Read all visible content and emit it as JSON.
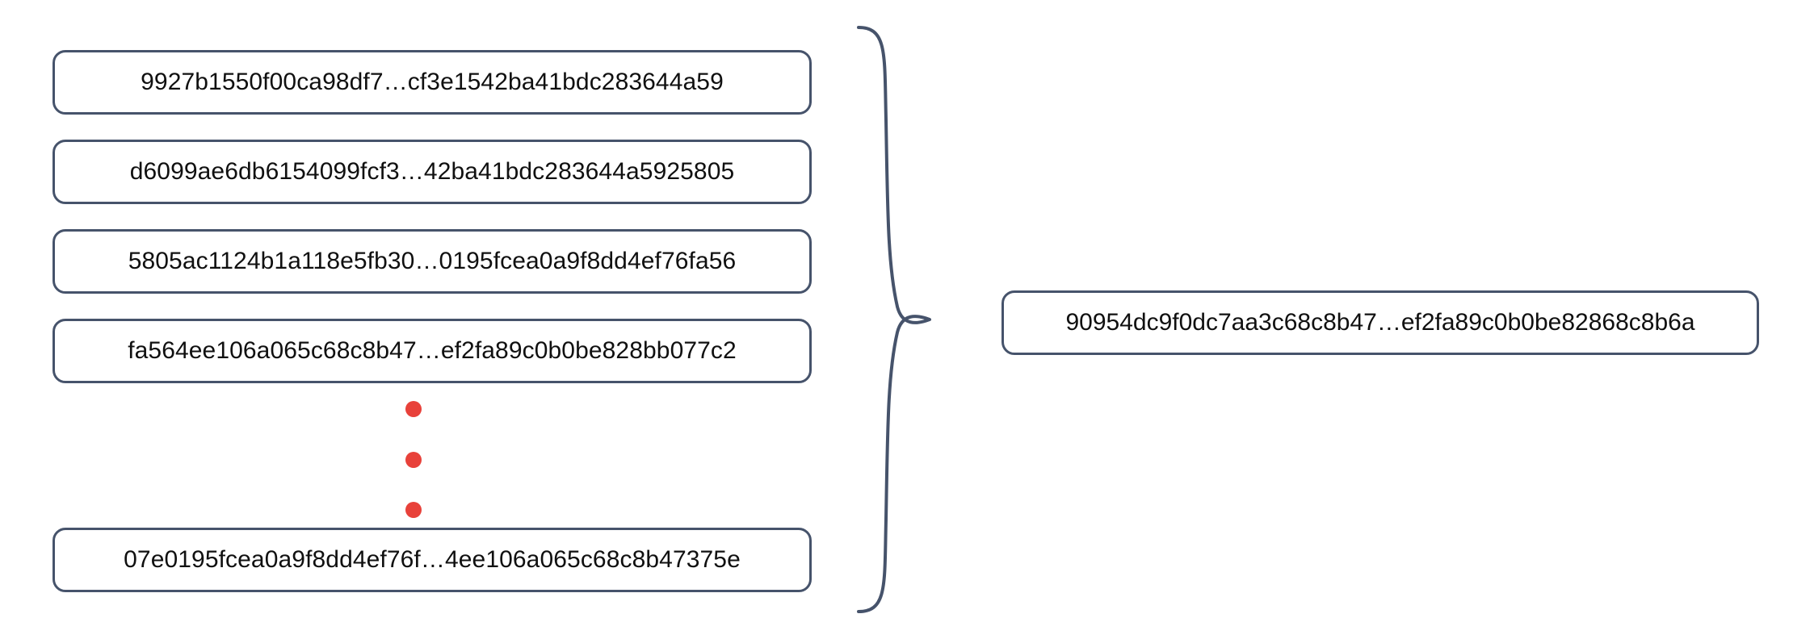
{
  "diagram": {
    "type": "hash-aggregation-diagram",
    "colors": {
      "box_border": "#46536b",
      "box_fill": "#ffffff",
      "text": "#101010",
      "dot_accent": "#e8413a",
      "brace_stroke": "#46536b",
      "background": "#ffffff"
    },
    "inputs": {
      "label": "input-hash-list",
      "items": [
        {
          "id": "hash-1",
          "text": "9927b1550f00ca98df7…cf3e1542ba41bdc283644a59"
        },
        {
          "id": "hash-2",
          "text": "d6099ae6db6154099fcf3…42ba41bdc283644a5925805"
        },
        {
          "id": "hash-3",
          "text": "5805ac1124b1a118e5fb30…0195fcea0a9f8dd4ef76fa56"
        },
        {
          "id": "hash-4",
          "text": "fa564ee106a065c68c8b47…ef2fa89c0b0be828bb077c2"
        },
        {
          "id": "hash-last",
          "text": "07e0195fcea0a9f8dd4ef76f…4ee106a065c68c8b47375e"
        }
      ],
      "continuation": {
        "label": "vertical-ellipsis",
        "dot_count": 3
      }
    },
    "grouping": {
      "label": "closing-brace",
      "symbol": "}"
    },
    "output": {
      "label": "aggregated-hash",
      "text": "90954dc9f0dc7aa3c68c8b47…ef2fa89c0b0be82868c8b6a"
    }
  }
}
